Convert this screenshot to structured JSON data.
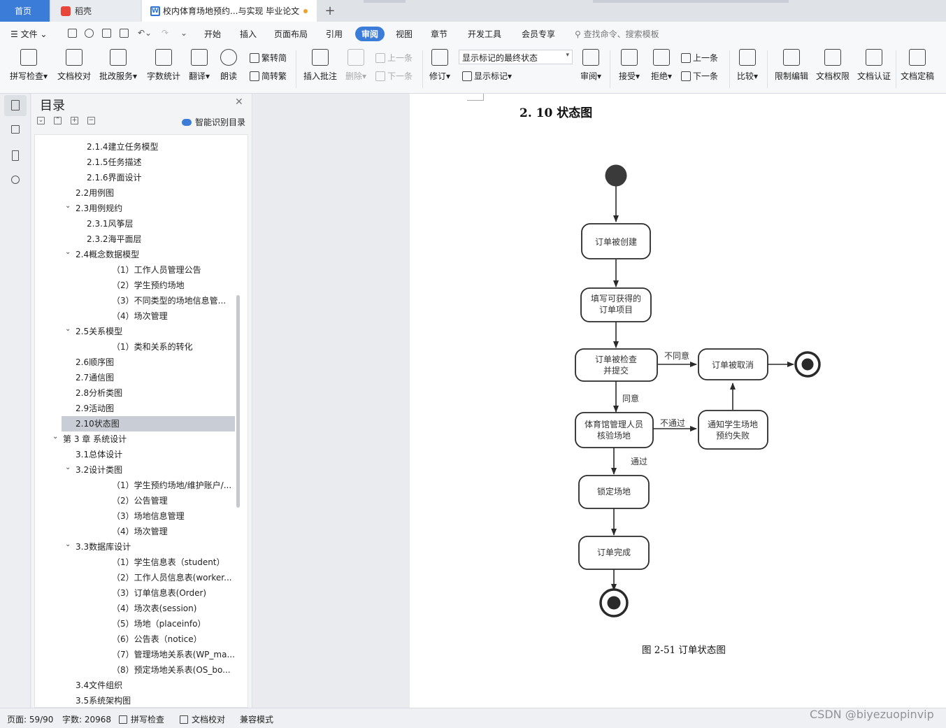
{
  "tabs": {
    "home": "首页",
    "daoke": "稻壳",
    "document": "校内体育场地预约...与实现 毕业论文"
  },
  "menu": {
    "file": "文件",
    "items": [
      "开始",
      "插入",
      "页面布局",
      "引用",
      "审阅",
      "视图",
      "章节",
      "开发工具",
      "会员专享"
    ],
    "active": "审阅",
    "search_placeholder": "查找命令、搜索模板"
  },
  "ribbon": {
    "spell_check": "拼写检查",
    "doc_check": "文档校对",
    "annotate_service": "批改服务",
    "word_count": "字数统计",
    "translate": "翻译",
    "read_aloud": "朗读",
    "trad_to_simp": "繁转简",
    "simp_to_trad": "简转繁",
    "insert_comment": "插入批注",
    "delete": "删除",
    "prev_comment": "上一条",
    "next_comment": "下一条",
    "revise": "修订",
    "markup_state": "显示标记的最终状态",
    "show_markup": "显示标记",
    "review": "审阅",
    "accept": "接受",
    "reject": "拒绝",
    "prev_change": "上一条",
    "next_change": "下一条",
    "compare": "比较",
    "restrict_edit": "限制编辑",
    "doc_permission": "文档权限",
    "doc_cert": "文档认证",
    "doc_finalize": "文档定稿"
  },
  "toc": {
    "title": "目录",
    "smart_label": "智能识别目录",
    "items": [
      {
        "label": "2.1.4建立任务模型",
        "level": 3
      },
      {
        "label": "2.1.5任务描述",
        "level": 3
      },
      {
        "label": "2.1.6界面设计",
        "level": 3
      },
      {
        "label": "2.2用例图",
        "level": 2
      },
      {
        "label": "2.3用例规约",
        "level": 2,
        "expanded": true
      },
      {
        "label": "2.3.1风筝层",
        "level": 3
      },
      {
        "label": "2.3.2海平面层",
        "level": 3
      },
      {
        "label": "2.4概念数据模型",
        "level": 2,
        "expanded": true
      },
      {
        "label": "（1）工作人员管理公告",
        "level": 4
      },
      {
        "label": "（2）学生预约场地",
        "level": 4
      },
      {
        "label": "（3）不同类型的场地信息管...",
        "level": 4
      },
      {
        "label": "（4）场次管理",
        "level": 4
      },
      {
        "label": "2.5关系模型",
        "level": 2,
        "expanded": true
      },
      {
        "label": "（1）类和关系的转化",
        "level": 4
      },
      {
        "label": "2.6顺序图",
        "level": 2
      },
      {
        "label": "2.7通信图",
        "level": 2
      },
      {
        "label": "2.8分析类图",
        "level": 2
      },
      {
        "label": "2.9活动图",
        "level": 2
      },
      {
        "label": "2.10状态图",
        "level": 2,
        "selected": true
      },
      {
        "label": "第 3 章 系统设计",
        "level": 1,
        "expanded": true
      },
      {
        "label": "3.1总体设计",
        "level": 2
      },
      {
        "label": "3.2设计类图",
        "level": 2,
        "expanded": true
      },
      {
        "label": "（1）学生预约场地/维护账户/...",
        "level": 4
      },
      {
        "label": "（2）公告管理",
        "level": 4
      },
      {
        "label": "（3）场地信息管理",
        "level": 4
      },
      {
        "label": "（4）场次管理",
        "level": 4
      },
      {
        "label": "3.3数据库设计",
        "level": 2,
        "expanded": true
      },
      {
        "label": "（1）学生信息表（student）",
        "level": 4
      },
      {
        "label": "（2）工作人员信息表(worker...",
        "level": 4
      },
      {
        "label": "（3）订单信息表(Order)",
        "level": 4
      },
      {
        "label": "（4）场次表(session)",
        "level": 4
      },
      {
        "label": "（5）场地（placeinfo）",
        "level": 4
      },
      {
        "label": "（6）公告表（notice）",
        "level": 4
      },
      {
        "label": "（7）管理场地关系表(WP_ma...",
        "level": 4
      },
      {
        "label": "（8）预定场地关系表(OS_bo...",
        "level": 4
      },
      {
        "label": "3.4文件组织",
        "level": 2
      },
      {
        "label": "3.5系统架构图",
        "level": 2
      }
    ]
  },
  "document": {
    "heading": "2. 10 状态图",
    "caption": "图 2-51   订单状态图",
    "diagram": {
      "states": {
        "created": "订单被创建",
        "fill_l1": "填写可获得的",
        "fill_l2": "订单项目",
        "check_l1": "订单被检查",
        "check_l2": "并提交",
        "cancel": "订单被取消",
        "verify_l1": "体育馆管理人员",
        "verify_l2": "核验场地",
        "notify_l1": "通知学生场地",
        "notify_l2": "预约失败",
        "lock": "锁定场地",
        "complete": "订单完成"
      },
      "edges": {
        "disagree": "不同意",
        "agree": "同意",
        "not_pass": "不通过",
        "pass": "通过"
      }
    }
  },
  "status": {
    "page": "页面: 59/90",
    "words": "字数: 20968",
    "spell": "拼写检查",
    "proof": "文档校对",
    "compat": "兼容模式"
  },
  "watermark": "CSDN @biyezuopinvip"
}
